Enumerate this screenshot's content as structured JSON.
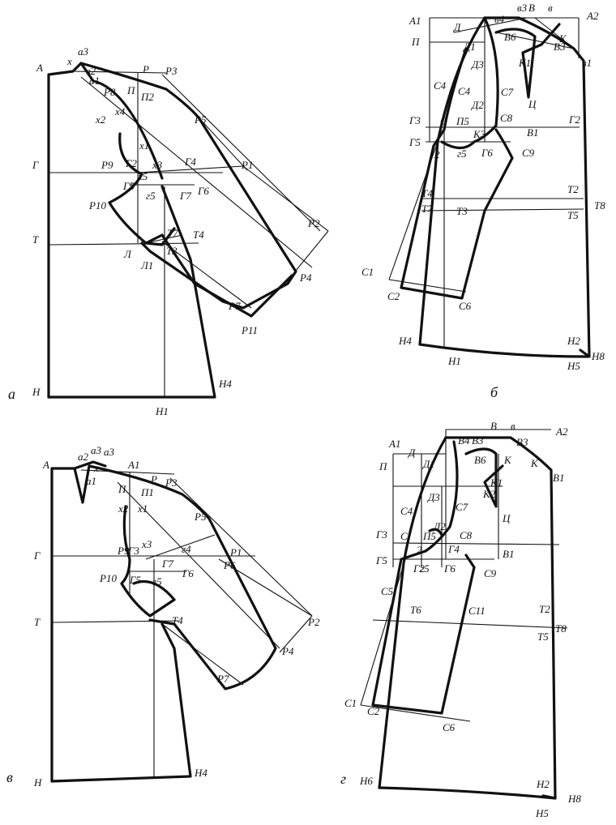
{
  "panels": [
    {
      "key": "a",
      "caption": "а",
      "labels": [
        "А",
        "а3",
        "х",
        "в2",
        "а1",
        "Р",
        "Р3",
        "П",
        "П2",
        "Р8",
        "х4",
        "х2",
        "Р5",
        "х1",
        "Г",
        "Р9",
        "Г2",
        "Г4",
        "Р1",
        "х3",
        "х5",
        "Г5",
        "г5",
        "Г7",
        "Г6",
        "Р10",
        "Т",
        "Т7",
        "Т4",
        "Р2",
        "Л",
        "Л1",
        "Т3",
        "Р4",
        "Р7",
        "Р11",
        "Н",
        "Н4",
        "Н1"
      ]
    },
    {
      "key": "b",
      "caption": "б",
      "labels": [
        "А1",
        "А2",
        "Д",
        "П",
        "Д1",
        "В",
        "в3",
        "в4",
        "В6",
        "в",
        "К",
        "К1",
        "В3",
        "в1",
        "Д3",
        "С4",
        "С4",
        "Д2",
        "С7",
        "Ц",
        "Г3",
        "С",
        "П5",
        "С8",
        "Г2",
        "К3",
        "В1",
        "Г5",
        "2",
        "г5",
        "Г6",
        "С9",
        "Т4",
        "Т7",
        "Т3",
        "Т2",
        "Т5",
        "Т8",
        "С1",
        "С2",
        "С6",
        "Н4",
        "Н1",
        "Н2",
        "Н5",
        "Н8"
      ]
    },
    {
      "key": "v",
      "caption": "в",
      "labels": [
        "А",
        "а2",
        "а3",
        "а3",
        "х",
        "а1",
        "А1",
        "П",
        "П1",
        "Р",
        "Р3",
        "х2",
        "х1",
        "Р5",
        "Г",
        "Р9",
        "Г3",
        "х3",
        "г4",
        "Р1",
        "Г7",
        "Р6",
        "Р10",
        "Г5",
        "г5",
        "Г6",
        "Т",
        "Т4",
        "Р2",
        "Р4",
        "Р7",
        "Н",
        "Н4"
      ]
    },
    {
      "key": "g",
      "caption": "г",
      "labels": [
        "В",
        "в",
        "А2",
        "А1",
        "Д",
        "В4",
        "В3",
        "В3",
        "П",
        "Д1",
        "В6",
        "К",
        "К",
        "В1",
        "К2",
        "К1",
        "С4",
        "Д3",
        "С7",
        "Д2",
        "Ц",
        "Г3",
        "С",
        "П5",
        "С8",
        "2",
        "Г4",
        "В1",
        "Г5",
        "Г2",
        "г5",
        "Г6",
        "С9",
        "С5",
        "Т6",
        "С11",
        "Т2",
        "Т8",
        "Т5",
        "С1",
        "С2",
        "С6",
        "Н6",
        "Н2",
        "Н8",
        "Н5"
      ]
    }
  ]
}
